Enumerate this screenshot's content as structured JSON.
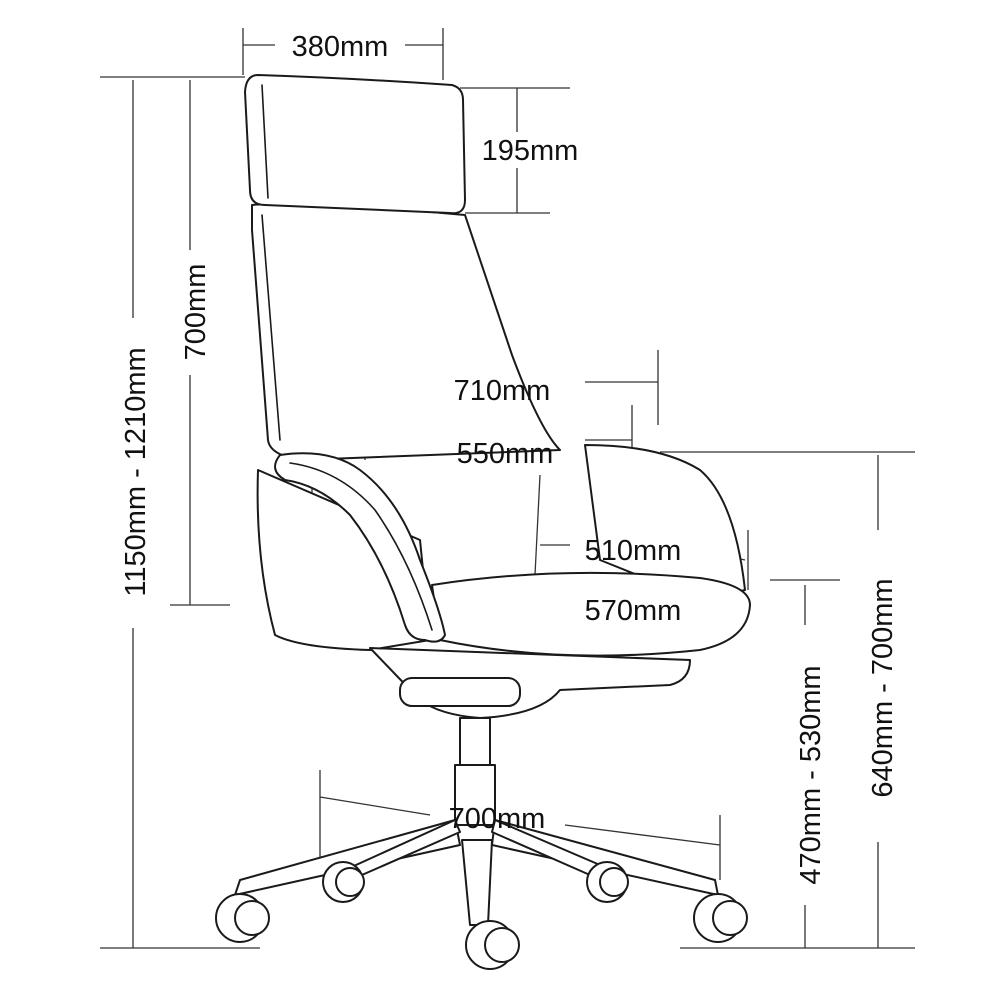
{
  "title": "Office chair dimensions",
  "dimensions": {
    "headrest_width": "380mm",
    "headrest_height": "195mm",
    "backrest_height": "700mm",
    "overall_height": "1150mm - 1210mm",
    "arm_outer_width": "710mm",
    "arm_inner_width": "550mm",
    "seat_width": "510mm",
    "seat_depth": "570mm",
    "seat_height": "470mm - 530mm",
    "arm_height": "640mm - 700mm",
    "base_diameter": "700mm"
  },
  "colors": {
    "line": "#1a1a1a",
    "background": "#ffffff"
  }
}
